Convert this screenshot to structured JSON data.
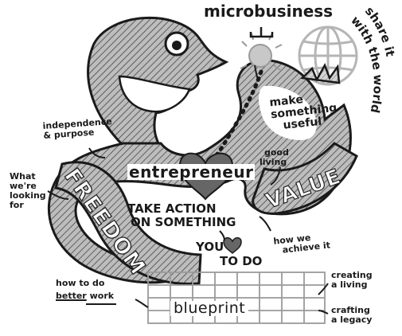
{
  "labels": {
    "microbusiness": "microbusiness",
    "share_it": "share it",
    "with_the_world": "with the world",
    "make_something_useful": [
      "make",
      "something",
      "useful"
    ],
    "independence_purpose": [
      "independence",
      "& purpose"
    ],
    "what_looking_for": [
      "What",
      "we're",
      "looking",
      "for"
    ],
    "good_living": [
      "good",
      "living"
    ],
    "entrepreneur": "entrepreneur",
    "take_action": [
      "TAKE ACTION",
      "ON SOMETHING"
    ],
    "you": "YOU",
    "to_do": "TO DO",
    "how_we_achieve_it": [
      "how we",
      "achieve it"
    ],
    "how_to_do": "how to do",
    "better": "better",
    "work": "work",
    "blueprint": "blueprint",
    "creating_a_living": [
      "creating",
      "a living"
    ],
    "crafting_a_legacy": [
      "crafting",
      "a legacy"
    ],
    "freedom": "FREEDOM",
    "value": "VALUE"
  },
  "colors": {
    "ink": "#1a1a1a",
    "fill_gray": "#9a9a9a",
    "hatch": "#6e6e6e",
    "heart": "#666666",
    "paper": "#ffffff"
  },
  "icons": [
    "head-with-eye",
    "lightbulb",
    "globe",
    "heart",
    "crown",
    "blueprint-grid"
  ]
}
